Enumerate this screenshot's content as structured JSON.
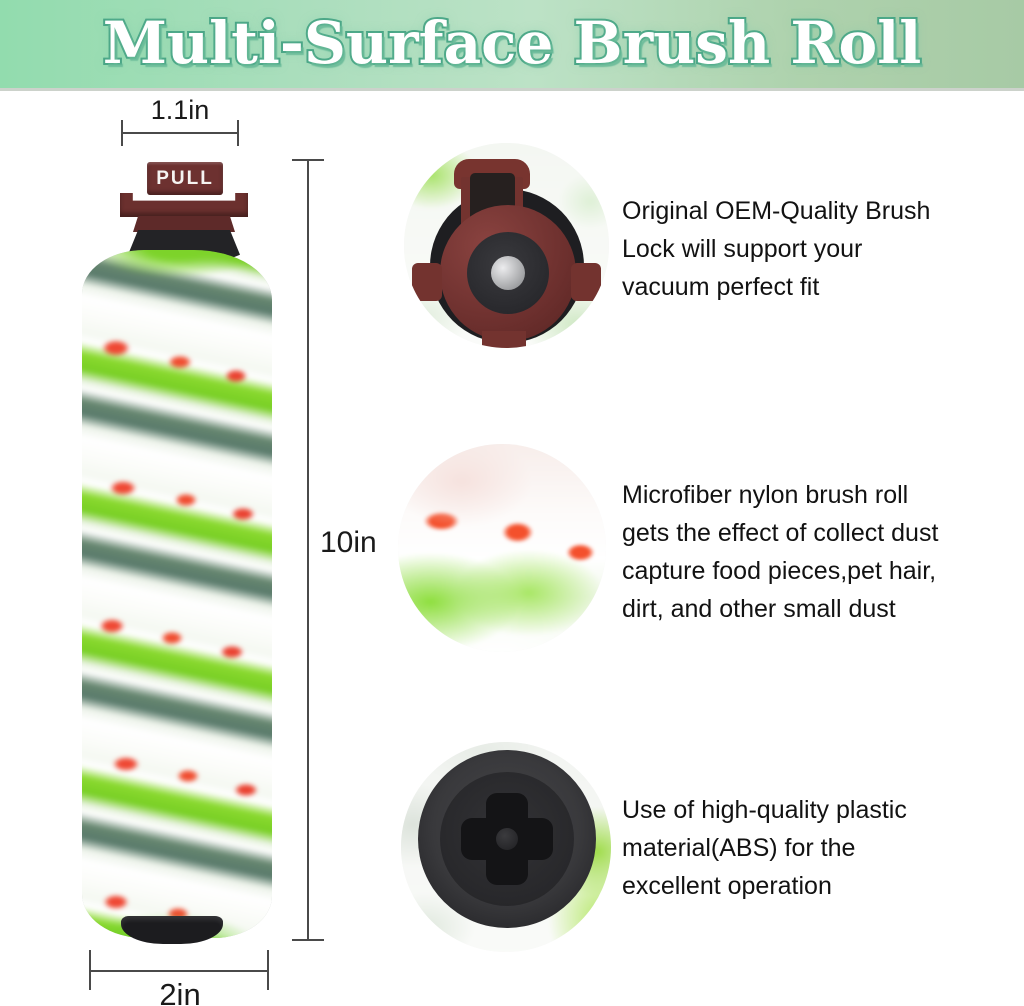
{
  "banner": {
    "title": "Multi-Surface Brush Roll",
    "bg_left": "#92dcae",
    "bg_mid": "#bce2c6",
    "bg_right": "#a7caa5",
    "title_fill": "#ffffff",
    "title_outline": "#46a384"
  },
  "product": {
    "pull_label": "PULL",
    "dim_width_top": "1.1in",
    "dim_height": "10in",
    "dim_width_bottom": "2in",
    "colors": {
      "cap_maroon": "#6d3130",
      "cap_black": "#232326",
      "brush_bright_green": "#82d62c",
      "brush_sage_green": "#5f8070",
      "brush_red_spots": "#ef4630",
      "brush_white": "#f6f9f4"
    }
  },
  "features": [
    {
      "id": "brush-lock",
      "lines": [
        "Original OEM-Quality Brush",
        "Lock will support your",
        "vacuum perfect fit"
      ]
    },
    {
      "id": "microfiber",
      "lines": [
        "Microfiber nylon brush roll",
        "gets the effect of collect dust",
        "capture food pieces,pet hair,",
        "dirt, and other small dust"
      ]
    },
    {
      "id": "abs-plastic",
      "lines": [
        "Use of high-quality plastic",
        "material(ABS) for the",
        "excellent operation"
      ]
    }
  ]
}
